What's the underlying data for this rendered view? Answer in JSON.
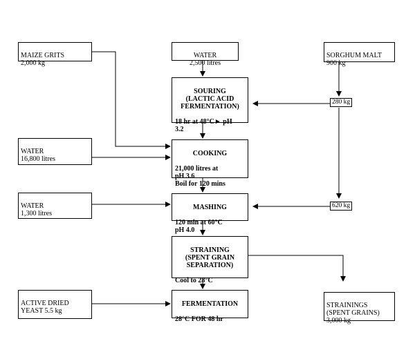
{
  "inputs": {
    "maize_grits": "MAIZE GRITS\n2,000 kg",
    "water_top": "WATER\n2,500 litres",
    "sorghum_malt": "SORGHUM MALT\n900 kg",
    "water_cooking": "WATER\n16,800 litres",
    "water_mashing": "WATER\n1,300 litres",
    "yeast": "ACTIVE DRIED\nYEAST  5.5 kg",
    "strainings": "STRAININGS\n(SPENT GRAINS)\n3,000 kg"
  },
  "process": {
    "souring_title": "SOURING\n(LACTIC ACID\nFERMENTATION)",
    "souring_detail": "18 hr at 48°C►  pH\n3.2",
    "cooking_title": "COOKING",
    "cooking_detail": "21,000 litres at\n        pH 3.6\nBoil for 120 mins",
    "mashing_title": "MASHING",
    "mashing_detail": "120 min at 60°C\n        pH 4.0",
    "straining_title": "STRAINING\n(SPENT GRAIN\nSEPARATION)",
    "straining_detail": "Cool to 28°C",
    "fermentation_title": "FERMENTATION",
    "fermentation_detail": "28°C FOR 48 hr"
  },
  "malt_splits": {
    "souring": "280 kg",
    "mashing": "620 kg"
  }
}
